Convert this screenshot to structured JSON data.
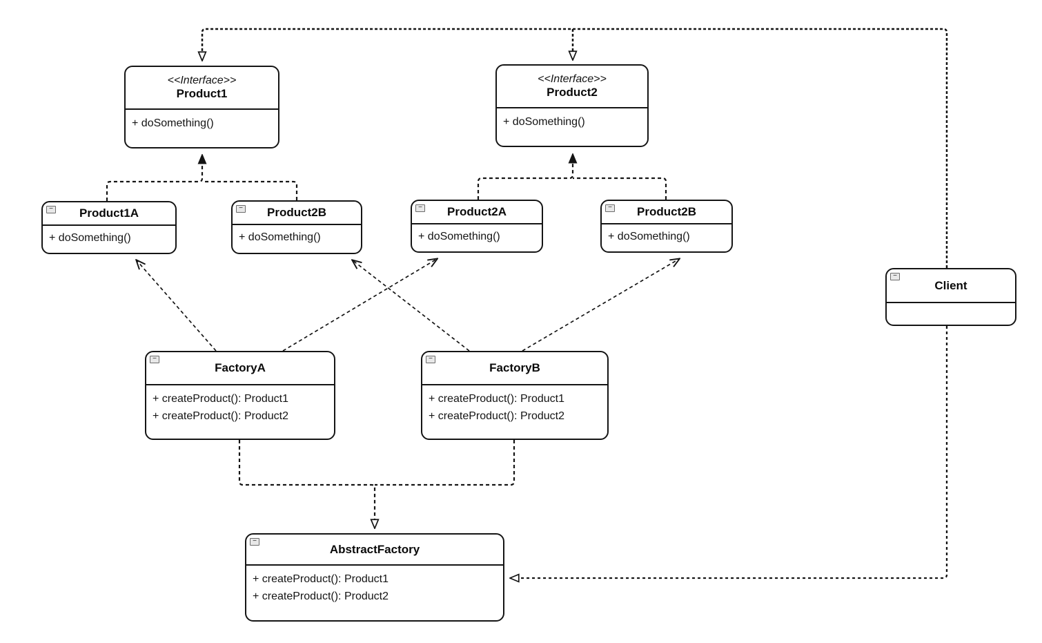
{
  "diagram": {
    "type": "uml-class-diagram",
    "pattern": "Abstract Factory",
    "colors": {
      "stroke": "#141414",
      "fill": "#ffffff",
      "background": "#ffffff"
    }
  },
  "icons": {
    "collapse": "−"
  },
  "classes": [
    {
      "id": "product1-interface",
      "stereotype": "<<Interface>>",
      "name": "Product1",
      "methods": [
        "+ doSomething()"
      ]
    },
    {
      "id": "product2-interface",
      "stereotype": "<<Interface>>",
      "name": "Product2",
      "methods": [
        "+ doSomething()"
      ]
    },
    {
      "id": "product1a",
      "name": "Product1A",
      "methods": [
        "+ doSomething()"
      ]
    },
    {
      "id": "product2b-left",
      "name": "Product2B",
      "methods": [
        "+ doSomething()"
      ]
    },
    {
      "id": "product2a",
      "name": "Product2A",
      "methods": [
        "+ doSomething()"
      ]
    },
    {
      "id": "product2b-right",
      "name": "Product2B",
      "methods": [
        "+ doSomething()"
      ]
    },
    {
      "id": "factory-a",
      "name": "FactoryA",
      "methods": [
        "+ createProduct(): Product1",
        "+ createProduct(): Product2"
      ]
    },
    {
      "id": "factory-b",
      "name": "FactoryB",
      "methods": [
        "+ createProduct(): Product1",
        "+ createProduct(): Product2"
      ]
    },
    {
      "id": "abstract-factory",
      "name": "AbstractFactory",
      "methods": [
        "+ createProduct(): Product1",
        "+ createProduct(): Product2"
      ]
    },
    {
      "id": "client",
      "name": "Client",
      "methods": []
    }
  ],
  "relationships": [
    {
      "from": "Client",
      "to": "Product1",
      "type": "dependency",
      "style": "dashed-hollow-arrow"
    },
    {
      "from": "Client",
      "to": "Product2",
      "type": "dependency",
      "style": "dashed-hollow-arrow"
    },
    {
      "from": "Product1A",
      "to": "Product1",
      "type": "realization",
      "style": "dashed-filled-arrow"
    },
    {
      "from": "Product2B (left)",
      "to": "Product1",
      "type": "realization",
      "style": "dashed-filled-arrow"
    },
    {
      "from": "Product2A",
      "to": "Product2",
      "type": "realization",
      "style": "dashed-filled-arrow"
    },
    {
      "from": "Product2B (right)",
      "to": "Product2",
      "type": "realization",
      "style": "dashed-filled-arrow"
    },
    {
      "from": "FactoryA",
      "to": "Product1A",
      "type": "dependency",
      "style": "dashed-open-arrow"
    },
    {
      "from": "FactoryA",
      "to": "Product2A",
      "type": "dependency",
      "style": "dashed-open-arrow"
    },
    {
      "from": "FactoryB",
      "to": "Product2B (left)",
      "type": "dependency",
      "style": "dashed-open-arrow"
    },
    {
      "from": "FactoryB",
      "to": "Product2B (right)",
      "type": "dependency",
      "style": "dashed-open-arrow"
    },
    {
      "from": "FactoryA",
      "to": "AbstractFactory",
      "type": "realization",
      "style": "dashed-hollow-arrow"
    },
    {
      "from": "FactoryB",
      "to": "AbstractFactory",
      "type": "realization",
      "style": "dashed-hollow-arrow"
    },
    {
      "from": "Client",
      "to": "AbstractFactory",
      "type": "realization",
      "style": "dashed-hollow-arrow"
    }
  ]
}
